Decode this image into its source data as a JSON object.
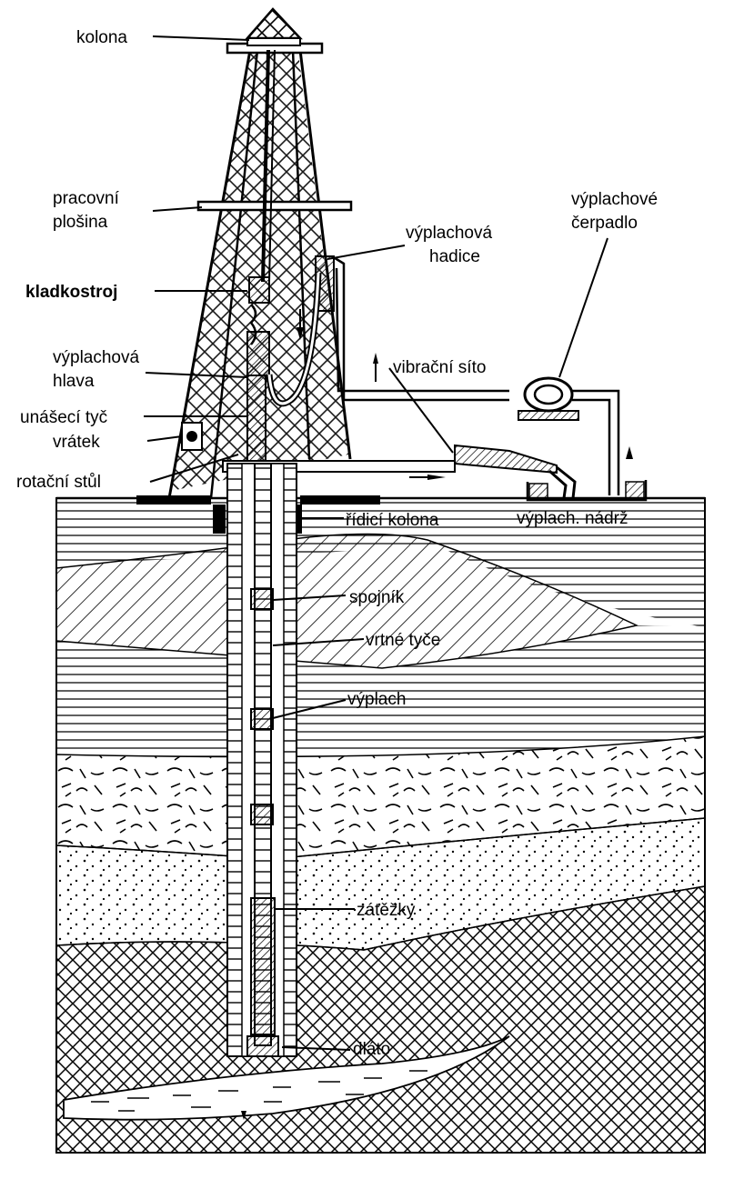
{
  "labels": {
    "kolona": "kolona",
    "pracovni_1": "pracovní",
    "pracovni_2": "plošina",
    "hadice_1": "výplachová",
    "hadice_2": "hadice",
    "cerpadlo_1": "výplachové",
    "cerpadlo_2": "čerpadlo",
    "kladkostroj": "kladkostroj",
    "hlava_1": "výplachová",
    "hlava_2": "hlava",
    "sito": "vibrační síto",
    "unaseci": "unášecí tyč",
    "vratek": "vrátek",
    "stul": "rotační stůl",
    "ridici": "řídicí kolona",
    "nadrz": "výplach. nádrž",
    "spojnik": "spojník",
    "tyce": "vrtné tyče",
    "vyplach": "výplach",
    "zatezky": "zátěžky",
    "dlato": "dláto"
  },
  "colors": {
    "ink": "#000000",
    "paper": "#ffffff"
  }
}
